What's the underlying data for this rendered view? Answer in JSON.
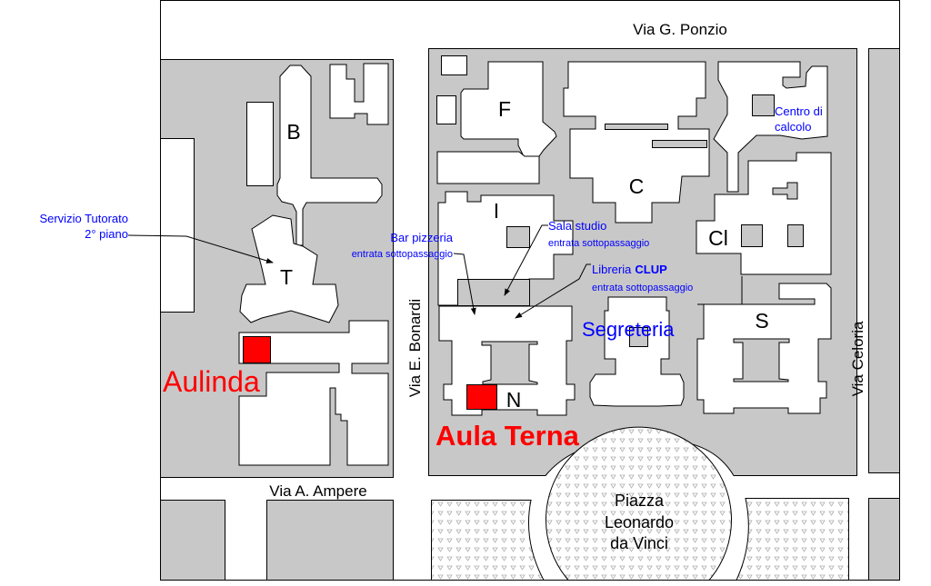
{
  "streets": {
    "north": "Via G. Ponzio",
    "west": "Via E. Bonardi",
    "east": "Via Celoria",
    "south": "Via A. Ampere"
  },
  "buildings": {
    "b": "B",
    "t": "T",
    "f": "F",
    "c": "C",
    "i": "I",
    "cl": "Cl",
    "s": "S",
    "n": "N"
  },
  "places": {
    "centro_line1": "Centro di",
    "centro_line2": "calcolo",
    "tutorato_line1": "Servizio Tutorato",
    "tutorato_line2": "2° piano",
    "bar_line1": "Bar pizzeria",
    "bar_line2": "entrata sottopassaggio",
    "sala_line1": "Sala studio",
    "sala_line2": "entrata sottopassaggio",
    "libreria_label": "Libreria",
    "libreria_brand": "CLUP",
    "libreria_line2": "entrata sottopassaggio",
    "segreteria": "Segreteria",
    "piazza_line1": "Piazza",
    "piazza_line2": "Leonardo",
    "piazza_line3": "da Vinci"
  },
  "highlights": {
    "aulinda": "Aulinda",
    "aula_terna": "Aula Terna",
    "color": "#ff0000"
  },
  "colors": {
    "block": "#c8c8c8",
    "label": "#0000ff"
  }
}
